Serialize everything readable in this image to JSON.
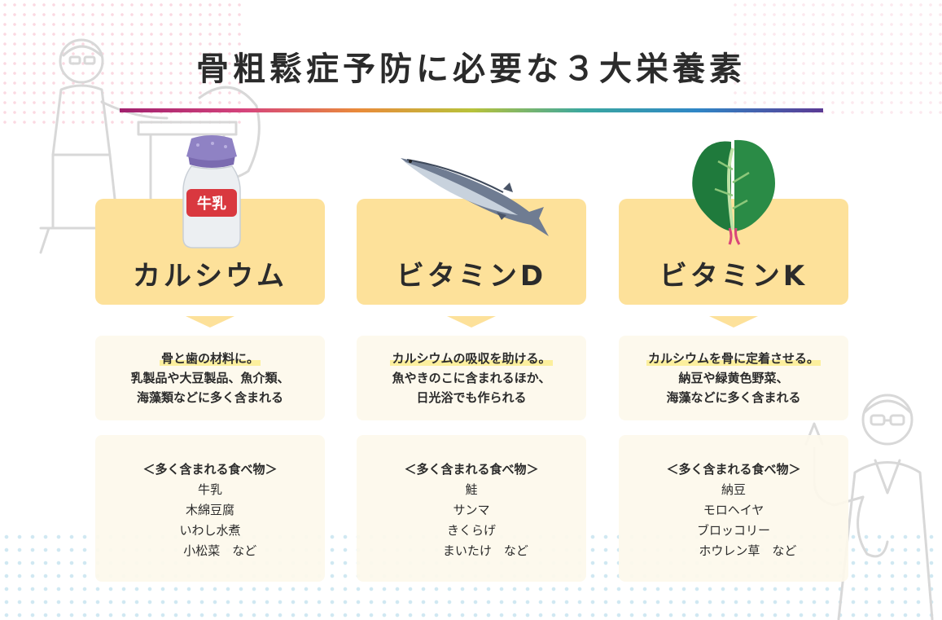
{
  "title": "骨粗鬆症予防に必要な３大栄養素",
  "colors": {
    "card": "#fde19a",
    "panel": "#fdf8ec",
    "highlight": "#fcef9d",
    "text": "#2b2b2b"
  },
  "nutrients": [
    {
      "name": "カルシウム",
      "icon": "milk-bottle-icon",
      "milk_label": "牛乳",
      "info_highlight": "骨と歯の材料に。",
      "info_lines": [
        "乳製品や大豆製品、魚介類、",
        "海藻類などに多く含まれる"
      ],
      "foods_heading": "＜多く含まれる食べ物＞",
      "foods": [
        "牛乳",
        "木綿豆腐",
        "いわし水煮",
        "　  小松菜　など"
      ]
    },
    {
      "name": "ビタミンD",
      "icon": "saury-fish-icon",
      "info_highlight": "カルシウムの吸収を助ける。",
      "info_lines": [
        "魚やきのこに含まれるほか、",
        "日光浴でも作られる"
      ],
      "foods_heading": "＜多く含まれる食べ物＞",
      "foods": [
        "鮭",
        "サンマ",
        "きくらげ",
        "　　 まいたけ　など"
      ]
    },
    {
      "name": "ビタミンK",
      "icon": "spinach-leaf-icon",
      "info_highlight": "カルシウムを骨に定着させる。",
      "info_lines": [
        "納豆や緑黄色野菜、",
        "海藻などに多く含まれる"
      ],
      "foods_heading": "＜多く含まれる食べ物＞",
      "foods": [
        "納豆",
        "モロヘイヤ",
        "ブロッコリー",
        "　　 ホウレン草　など"
      ]
    }
  ]
}
